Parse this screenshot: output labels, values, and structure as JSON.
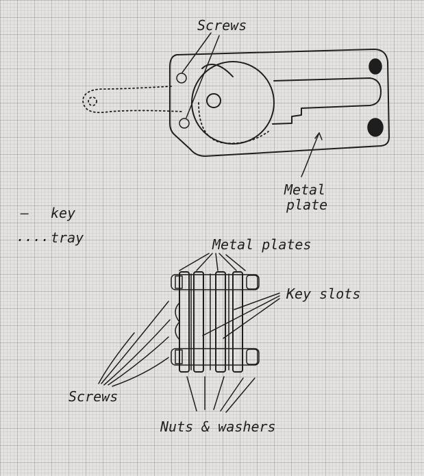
{
  "labels": {
    "top_screws": "Screws",
    "metal_plate_line1": "Metal",
    "metal_plate_line2": "plate",
    "legend_key_symbol": "—",
    "legend_key": "key",
    "legend_tray_symbol": "....",
    "legend_tray": "tray",
    "metal_plates": "Metal plates",
    "key_slots": "Key slots",
    "bottom_screws": "Screws",
    "nuts_washers": "Nuts & washers"
  },
  "colors": {
    "paper": "#e4e3e1",
    "ink": "#1e1e1e"
  }
}
